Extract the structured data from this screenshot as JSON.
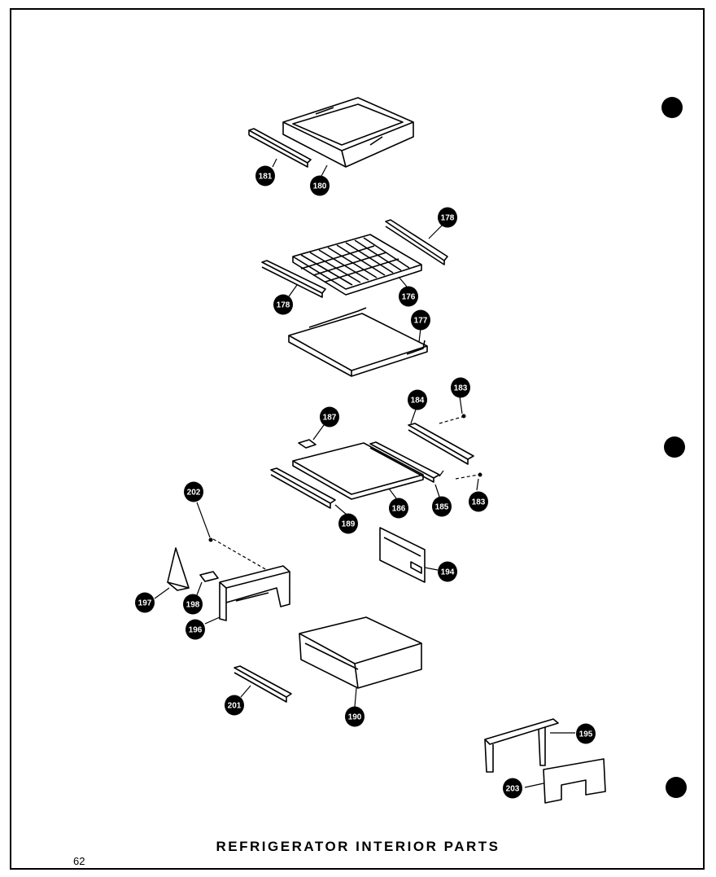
{
  "diagram": {
    "title": "REFRIGERATOR INTERIOR PARTS",
    "page_number": "62",
    "callouts": [
      {
        "id": "c181",
        "label": "181"
      },
      {
        "id": "c180",
        "label": "180"
      },
      {
        "id": "c178a",
        "label": "178"
      },
      {
        "id": "c178b",
        "label": "178"
      },
      {
        "id": "c176",
        "label": "176"
      },
      {
        "id": "c177",
        "label": "177"
      },
      {
        "id": "c183a",
        "label": "183"
      },
      {
        "id": "c184",
        "label": "184"
      },
      {
        "id": "c187",
        "label": "187"
      },
      {
        "id": "c186",
        "label": "186"
      },
      {
        "id": "c185",
        "label": "185"
      },
      {
        "id": "c183b",
        "label": "183"
      },
      {
        "id": "c189",
        "label": "189"
      },
      {
        "id": "c202",
        "label": "202"
      },
      {
        "id": "c194",
        "label": "194"
      },
      {
        "id": "c197",
        "label": "197"
      },
      {
        "id": "c198",
        "label": "198"
      },
      {
        "id": "c196",
        "label": "196"
      },
      {
        "id": "c201",
        "label": "201"
      },
      {
        "id": "c190",
        "label": "190"
      },
      {
        "id": "c195",
        "label": "195"
      },
      {
        "id": "c203",
        "label": "203"
      }
    ]
  }
}
